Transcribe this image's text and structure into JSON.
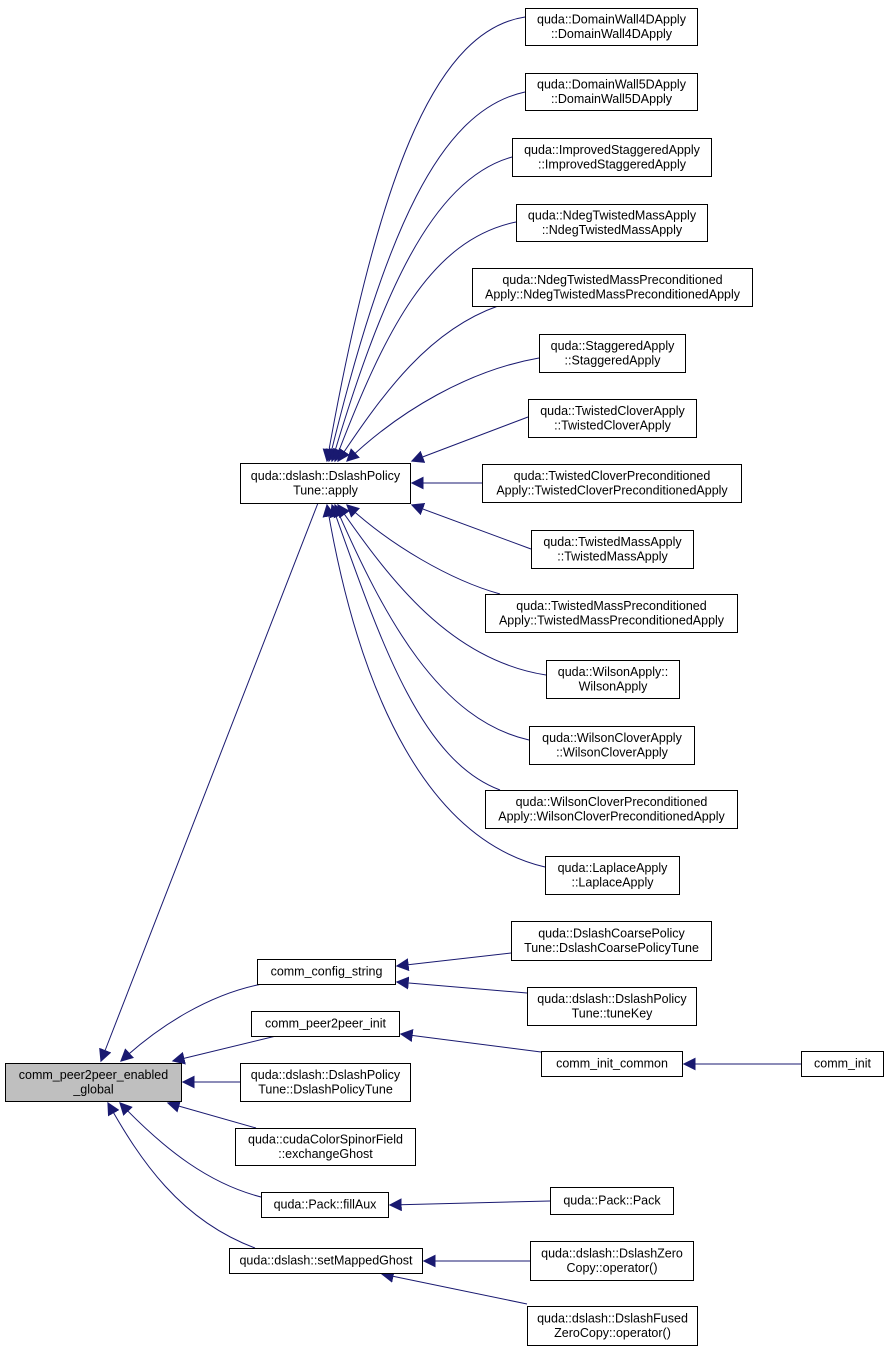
{
  "colors": {
    "edge": "#191970",
    "node_border": "#000000",
    "node_fill": "#ffffff",
    "focus_fill": "#bfbfbf"
  },
  "nodes": [
    {
      "id": "focus",
      "lines": [
        "comm_peer2peer_enabled",
        "_global"
      ],
      "focus": true
    },
    {
      "id": "dslash_apply",
      "lines": [
        "quda::dslash::DslashPolicy",
        "Tune::apply"
      ]
    },
    {
      "id": "dw4d",
      "lines": [
        "quda::DomainWall4DApply",
        "::DomainWall4DApply"
      ]
    },
    {
      "id": "dw5d",
      "lines": [
        "quda::DomainWall5DApply",
        "::DomainWall5DApply"
      ]
    },
    {
      "id": "impstag",
      "lines": [
        "quda::ImprovedStaggeredApply",
        "::ImprovedStaggeredApply"
      ]
    },
    {
      "id": "ndegtm",
      "lines": [
        "quda::NdegTwistedMassApply",
        "::NdegTwistedMassApply"
      ]
    },
    {
      "id": "ndegtmp",
      "lines": [
        "quda::NdegTwistedMassPreconditioned",
        "Apply::NdegTwistedMassPreconditionedApply"
      ]
    },
    {
      "id": "stag",
      "lines": [
        "quda::StaggeredApply",
        "::StaggeredApply"
      ]
    },
    {
      "id": "tc",
      "lines": [
        "quda::TwistedCloverApply",
        "::TwistedCloverApply"
      ]
    },
    {
      "id": "tcp",
      "lines": [
        "quda::TwistedCloverPreconditioned",
        "Apply::TwistedCloverPreconditionedApply"
      ]
    },
    {
      "id": "tm",
      "lines": [
        "quda::TwistedMassApply",
        "::TwistedMassApply"
      ]
    },
    {
      "id": "tmp",
      "lines": [
        "quda::TwistedMassPreconditioned",
        "Apply::TwistedMassPreconditionedApply"
      ]
    },
    {
      "id": "wilson",
      "lines": [
        "quda::WilsonApply::",
        "WilsonApply"
      ]
    },
    {
      "id": "wc",
      "lines": [
        "quda::WilsonCloverApply",
        "::WilsonCloverApply"
      ]
    },
    {
      "id": "wcp",
      "lines": [
        "quda::WilsonCloverPreconditioned",
        "Apply::WilsonCloverPreconditionedApply"
      ]
    },
    {
      "id": "laplace",
      "lines": [
        "quda::LaplaceApply",
        "::LaplaceApply"
      ]
    },
    {
      "id": "config",
      "lines": [
        "comm_config_string"
      ]
    },
    {
      "id": "coarse",
      "lines": [
        "quda::DslashCoarsePolicy",
        "Tune::DslashCoarsePolicyTune"
      ]
    },
    {
      "id": "tunekey",
      "lines": [
        "quda::dslash::DslashPolicy",
        "Tune::tuneKey"
      ]
    },
    {
      "id": "p2pinit",
      "lines": [
        "comm_peer2peer_init"
      ]
    },
    {
      "id": "initcommon",
      "lines": [
        "comm_init_common"
      ]
    },
    {
      "id": "comminit",
      "lines": [
        "comm_init"
      ]
    },
    {
      "id": "dpt",
      "lines": [
        "quda::dslash::DslashPolicy",
        "Tune::DslashPolicyTune"
      ]
    },
    {
      "id": "exghost",
      "lines": [
        "quda::cudaColorSpinorField",
        "::exchangeGhost"
      ]
    },
    {
      "id": "fillaux",
      "lines": [
        "quda::Pack::fillAux"
      ]
    },
    {
      "id": "pack",
      "lines": [
        "quda::Pack::Pack"
      ]
    },
    {
      "id": "mapped",
      "lines": [
        "quda::dslash::setMappedGhost"
      ]
    },
    {
      "id": "zerocopy",
      "lines": [
        "quda::dslash::DslashZero",
        "Copy::operator()"
      ]
    },
    {
      "id": "fusedzc",
      "lines": [
        "quda::dslash::DslashFused",
        "ZeroCopy::operator()"
      ]
    }
  ],
  "edges": [
    {
      "from": "dslash_apply",
      "to": "focus"
    },
    {
      "from": "config",
      "to": "focus"
    },
    {
      "from": "p2pinit",
      "to": "focus"
    },
    {
      "from": "dpt",
      "to": "focus"
    },
    {
      "from": "exghost",
      "to": "focus"
    },
    {
      "from": "fillaux",
      "to": "focus"
    },
    {
      "from": "mapped",
      "to": "focus"
    },
    {
      "from": "dw4d",
      "to": "dslash_apply"
    },
    {
      "from": "dw5d",
      "to": "dslash_apply"
    },
    {
      "from": "impstag",
      "to": "dslash_apply"
    },
    {
      "from": "ndegtm",
      "to": "dslash_apply"
    },
    {
      "from": "ndegtmp",
      "to": "dslash_apply"
    },
    {
      "from": "stag",
      "to": "dslash_apply"
    },
    {
      "from": "tc",
      "to": "dslash_apply"
    },
    {
      "from": "tcp",
      "to": "dslash_apply"
    },
    {
      "from": "tm",
      "to": "dslash_apply"
    },
    {
      "from": "tmp",
      "to": "dslash_apply"
    },
    {
      "from": "wilson",
      "to": "dslash_apply"
    },
    {
      "from": "wc",
      "to": "dslash_apply"
    },
    {
      "from": "wcp",
      "to": "dslash_apply"
    },
    {
      "from": "laplace",
      "to": "dslash_apply"
    },
    {
      "from": "coarse",
      "to": "config"
    },
    {
      "from": "tunekey",
      "to": "config"
    },
    {
      "from": "initcommon",
      "to": "p2pinit"
    },
    {
      "from": "comminit",
      "to": "initcommon"
    },
    {
      "from": "pack",
      "to": "fillaux"
    },
    {
      "from": "zerocopy",
      "to": "mapped"
    },
    {
      "from": "fusedzc",
      "to": "mapped"
    }
  ]
}
